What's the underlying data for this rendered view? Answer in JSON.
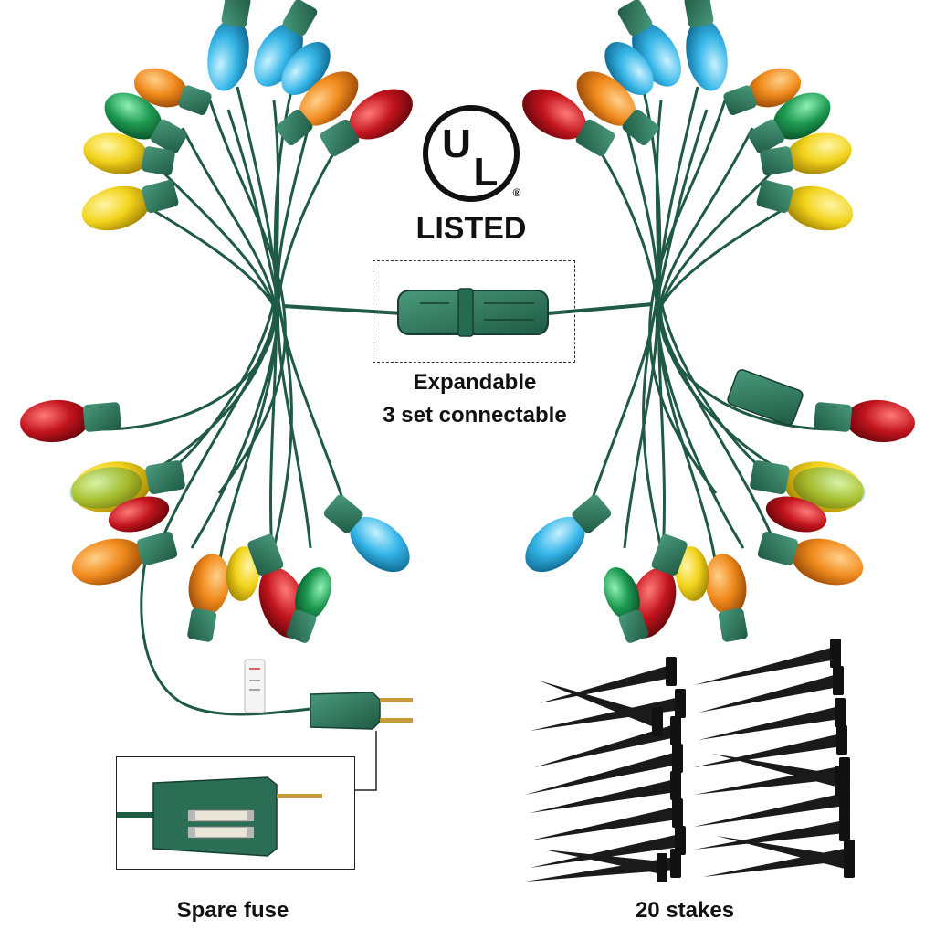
{
  "badge": {
    "letter_u": "U",
    "letter_l": "L",
    "registered": "®",
    "listed": "LISTED"
  },
  "labels": {
    "expandable_line1": "Expandable",
    "expandable_line2": "3  set connectable",
    "spare_fuse": "Spare fuse",
    "stakes": "20 stakes"
  },
  "colors": {
    "wire": "#1f5a44",
    "socket": "#2f7a5f",
    "bulb_red": "#c3141d",
    "bulb_orange": "#f08a1c",
    "bulb_yellow": "#f2d31b",
    "bulb_green": "#1e9a52",
    "bulb_blue": "#35b6e8",
    "stake": "#1a1a1a",
    "plug_prong": "#c79a3a"
  }
}
